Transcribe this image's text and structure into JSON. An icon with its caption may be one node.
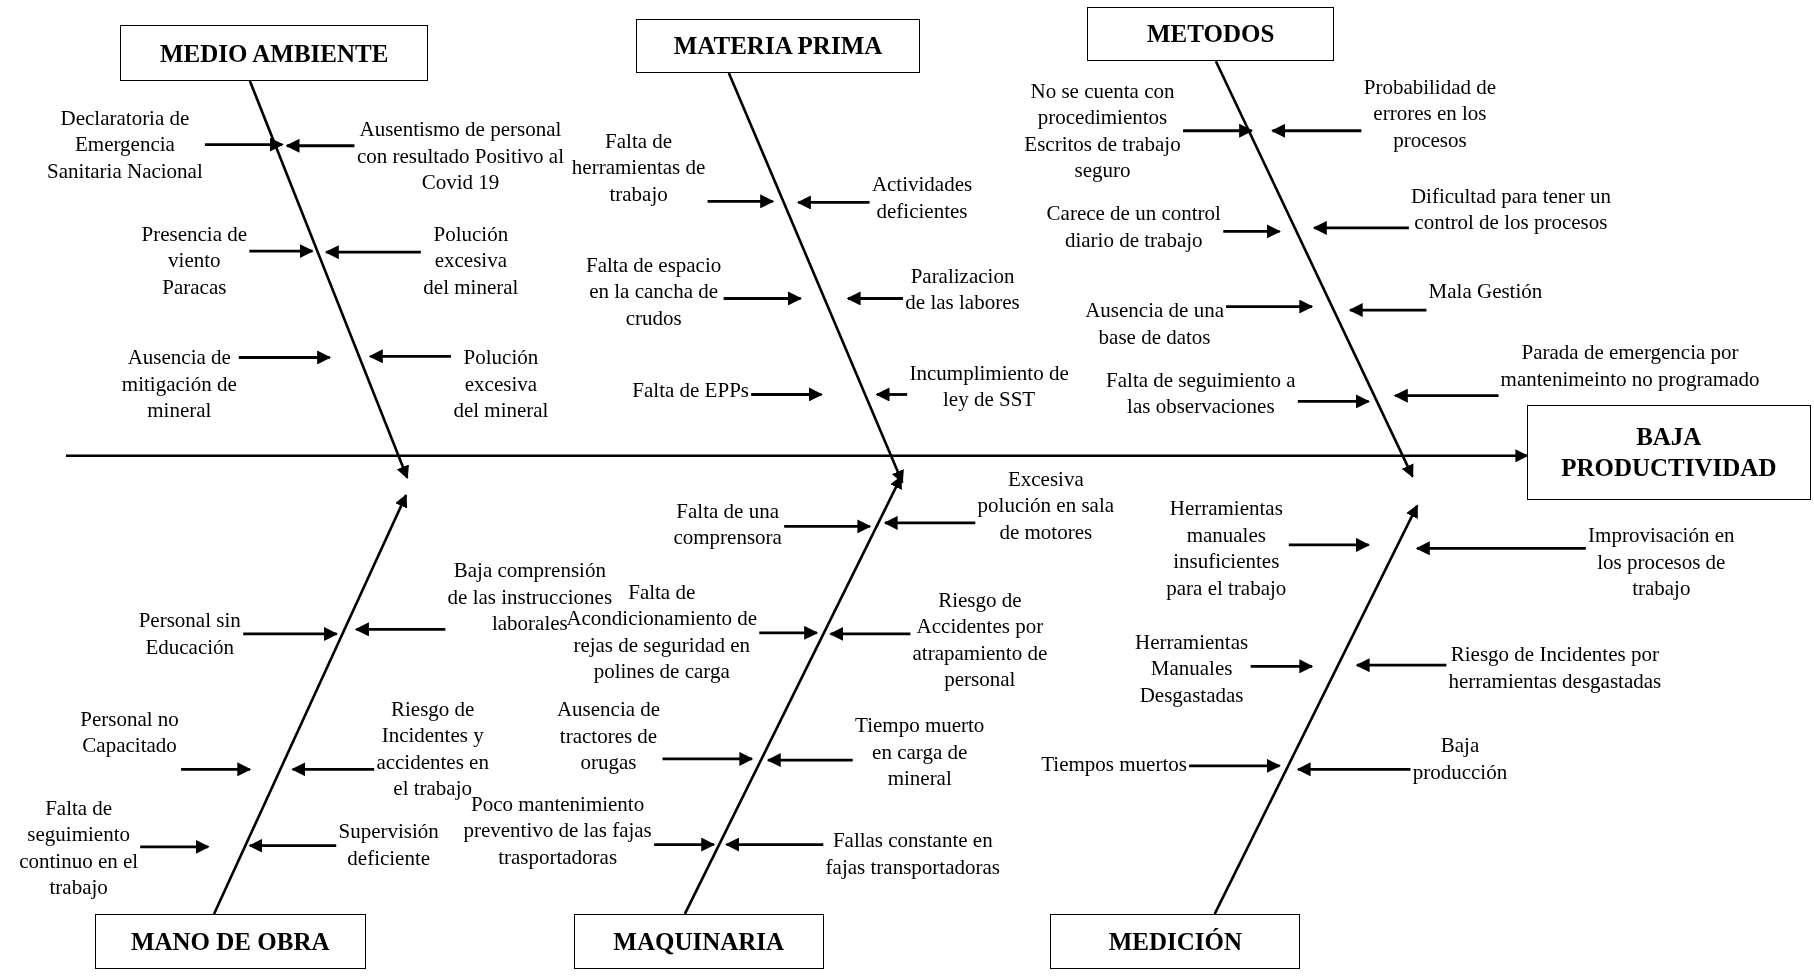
{
  "diagram": {
    "nodes": [
      {
        "text": [
          "MEDIO AMBIENTE"
        ]
      },
      {
        "text": [
          "MATERIA PRIMA"
        ]
      },
      {
        "text": [
          "METODOS"
        ]
      },
      {
        "text": [
          "BAJA PRODUCTIVIDAD"
        ]
      },
      {
        "text": [
          "MANO DE OBRA"
        ]
      },
      {
        "text": [
          "MAQUINARIA"
        ]
      },
      {
        "text": [
          "MEDICIÓN"
        ]
      },
      {
        "text": [
          "Declaratoria de Emergencia Sanitaria Nacional"
        ]
      },
      {
        "text": [
          "Presencia de viento Paracas"
        ]
      },
      {
        "text": [
          "Ausencia de mitigación de mineral"
        ]
      },
      {
        "text": [
          "Ausentismo de personal con resultado Positivo al Covid 19"
        ]
      },
      {
        "text": [
          "Polución excesiva del mineral"
        ]
      },
      {
        "text": [
          "Polución excesiva del mineral"
        ]
      },
      {
        "text": [
          "Falta de herramientas de trabajo"
        ]
      },
      {
        "text": [
          "Falta de espacio en la cancha de crudos"
        ]
      },
      {
        "text": [
          "Falta de EPPs"
        ]
      },
      {
        "text": [
          "Actividades deficientes"
        ]
      },
      {
        "text": [
          "Paralizacion de las labores"
        ]
      },
      {
        "text": [
          "Incumplimiento de ley de SST"
        ]
      },
      {
        "text": [
          "No se cuenta con procedimientos Escritos de trabajo seguro"
        ]
      },
      {
        "text": [
          "Carece de un control diario de trabajo"
        ]
      },
      {
        "text": [
          "Ausencia de una base de datos"
        ]
      },
      {
        "text": [
          "Falta de seguimiento a las observaciones"
        ]
      },
      {
        "text": [
          "Probabilidad de errores en los procesos"
        ]
      },
      {
        "text": [
          "Dificultad para tener un control de los procesos"
        ]
      },
      {
        "text": [
          "Mala Gestión"
        ]
      },
      {
        "text": [
          "Parada de emergencia por mantenimeinto no programado"
        ]
      },
      {
        "text": [
          "Personal sin Educación"
        ]
      },
      {
        "text": [
          "Personal no Capacitado"
        ]
      },
      {
        "text": [
          "Falta de seguimiento continuo en el trabajo"
        ]
      },
      {
        "text": [
          "Baja comprensión de las instrucciones laborales"
        ]
      },
      {
        "text": [
          "Riesgo de Incidentes y accidentes en el trabajo"
        ]
      },
      {
        "text": [
          "Supervisión deficiente"
        ]
      },
      {
        "text": [
          "Falta de una comprensora"
        ]
      },
      {
        "text": [
          "Falta de Acondicionamiento de rejas de seguridad en polines de carga"
        ]
      },
      {
        "text": [
          "Ausencia de tractores de orugas"
        ]
      },
      {
        "text": [
          "Poco mantenimiento preventivo de las fajas trasportadoras"
        ]
      },
      {
        "text": [
          "Excesiva polución en sala de motores"
        ]
      },
      {
        "text": [
          "Riesgo de Accidentes por atrapamiento de personal"
        ]
      },
      {
        "text": [
          "Tiempo muerto en carga de mineral"
        ]
      },
      {
        "text": [
          "Fallas constante en fajas transportadoras"
        ]
      },
      {
        "text": [
          "Herramientas manuales insuficientes para el trabajo"
        ]
      },
      {
        "text": [
          "Herramientas Manuales Desgastadas"
        ]
      },
      {
        "text": [
          "Tiempos muertos"
        ]
      },
      {
        "text": [
          "Improvisación en los procesos de trabajo"
        ]
      },
      {
        "text": [
          "Riesgo de Incidentes por herramientas desgastadas"
        ]
      },
      {
        "text": [
          "Baja producción"
        ]
      }
    ],
    "edges": [
      {
        "from": 0,
        "to": null,
        "arrow": "to"
      },
      {
        "from": 1,
        "to": null,
        "arrow": "to"
      },
      {
        "from": 2,
        "to": null,
        "arrow": "to"
      },
      {
        "from": null,
        "to": 3,
        "arrow": "to"
      },
      {
        "from": 4,
        "to": null,
        "arrow": "to"
      },
      {
        "from": 5,
        "to": null,
        "arrow": "to"
      },
      {
        "from": 6,
        "to": null,
        "arrow": "to"
      },
      {
        "from": 7,
        "to": null,
        "arrow": "to"
      },
      {
        "from": 8,
        "to": null,
        "arrow": "to"
      },
      {
        "from": 9,
        "to": null,
        "arrow": "to"
      },
      {
        "from": 10,
        "to": null,
        "arrow": "to"
      },
      {
        "from": 11,
        "to": null,
        "arrow": "to"
      },
      {
        "from": 12,
        "to": null,
        "arrow": "to"
      },
      {
        "from": 13,
        "to": null,
        "arrow": "to"
      },
      {
        "from": 14,
        "to": null,
        "arrow": "to"
      },
      {
        "from": 15,
        "to": null,
        "arrow": "to"
      },
      {
        "from": 16,
        "to": null,
        "arrow": "to"
      },
      {
        "from": 17,
        "to": null,
        "arrow": "to"
      },
      {
        "from": 18,
        "to": null,
        "arrow": "to"
      },
      {
        "from": 19,
        "to": null,
        "arrow": "to"
      },
      {
        "from": 20,
        "to": null,
        "arrow": "to"
      },
      {
        "from": 21,
        "to": null,
        "arrow": "to"
      },
      {
        "from": 22,
        "to": null,
        "arrow": "to"
      },
      {
        "from": 23,
        "to": null,
        "arrow": "to"
      },
      {
        "from": 24,
        "to": null,
        "arrow": "to"
      },
      {
        "from": 25,
        "to": null,
        "arrow": "to"
      },
      {
        "from": 26,
        "to": null,
        "arrow": "to"
      },
      {
        "from": 27,
        "to": null,
        "arrow": "to"
      },
      {
        "from": 28,
        "to": null,
        "arrow": "to"
      },
      {
        "from": 29,
        "to": null,
        "arrow": "to"
      },
      {
        "from": 30,
        "to": null,
        "arrow": "to"
      },
      {
        "from": 31,
        "to": null,
        "arrow": "to"
      },
      {
        "from": 32,
        "to": null,
        "arrow": "to"
      },
      {
        "from": 33,
        "to": null,
        "arrow": "to"
      },
      {
        "from": 34,
        "to": null,
        "arrow": "to"
      },
      {
        "from": 35,
        "to": null,
        "arrow": "to"
      },
      {
        "from": 36,
        "to": null,
        "arrow": "to"
      },
      {
        "from": 37,
        "to": null,
        "arrow": "to"
      },
      {
        "from": 38,
        "to": null,
        "arrow": "to"
      },
      {
        "from": 39,
        "to": null,
        "arrow": "to"
      },
      {
        "from": 40,
        "to": null,
        "arrow": "to"
      },
      {
        "from": 41,
        "to": null,
        "arrow": "to"
      },
      {
        "from": 42,
        "to": null,
        "arrow": "to"
      },
      {
        "from": 43,
        "to": null,
        "arrow": "to"
      },
      {
        "from": 44,
        "to": null,
        "arrow": "to"
      },
      {
        "from": 45,
        "to": null,
        "arrow": "to"
      },
      {
        "from": 46,
        "to": null,
        "arrow": "to"
      }
    ]
  }
}
